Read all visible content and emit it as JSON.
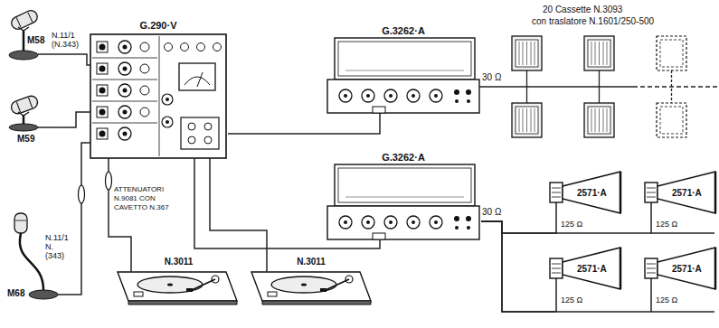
{
  "diagram": {
    "nodes": [
      {
        "text": [
          "M58"
        ]
      },
      {
        "text": [
          "G.290·V"
        ]
      },
      {
        "text": [
          "G.3262·A"
        ]
      },
      {
        "text": [
          "M59"
        ]
      },
      {
        "text": [
          "G.3262·A"
        ]
      },
      {
        "text": [
          "2571·A"
        ]
      },
      {
        "text": [
          "2571·A"
        ]
      },
      {
        "text": [
          "M68"
        ]
      },
      {
        "text": [
          "N.3011"
        ]
      },
      {
        "text": [
          "N.3011"
        ]
      },
      {
        "text": [
          "2571·A"
        ]
      },
      {
        "text": [
          "2571·A"
        ]
      }
    ],
    "edges": [
      {
        "from": 0,
        "to": 1,
        "arrow": "none"
      },
      {
        "from": 3,
        "to": 1,
        "arrow": "none"
      },
      {
        "from": 7,
        "to": 1,
        "arrow": "none"
      },
      {
        "from": 8,
        "to": 1,
        "arrow": "none"
      },
      {
        "from": 9,
        "to": 1,
        "arrow": "none"
      },
      {
        "from": 1,
        "to": 2,
        "arrow": "none"
      },
      {
        "from": 1,
        "to": 4,
        "arrow": "none"
      },
      {
        "from": 4,
        "to": 5,
        "arrow": "none"
      },
      {
        "from": 4,
        "to": 6,
        "arrow": "none"
      },
      {
        "from": 4,
        "to": 10,
        "arrow": "none"
      },
      {
        "from": 4,
        "to": 11,
        "arrow": "none"
      }
    ],
    "labels": [
      "20 Cassette N.3093",
      "con traslatore N.1601/250-500",
      "N.11/1 (N.343)",
      "N.11/1 N. (343)",
      "ATTENUATORI N.9081 CON CAVETTO N.367",
      "30 Ω",
      "30 Ω",
      "125 Ω",
      "125 Ω",
      "125 Ω",
      "125 Ω"
    ]
  }
}
